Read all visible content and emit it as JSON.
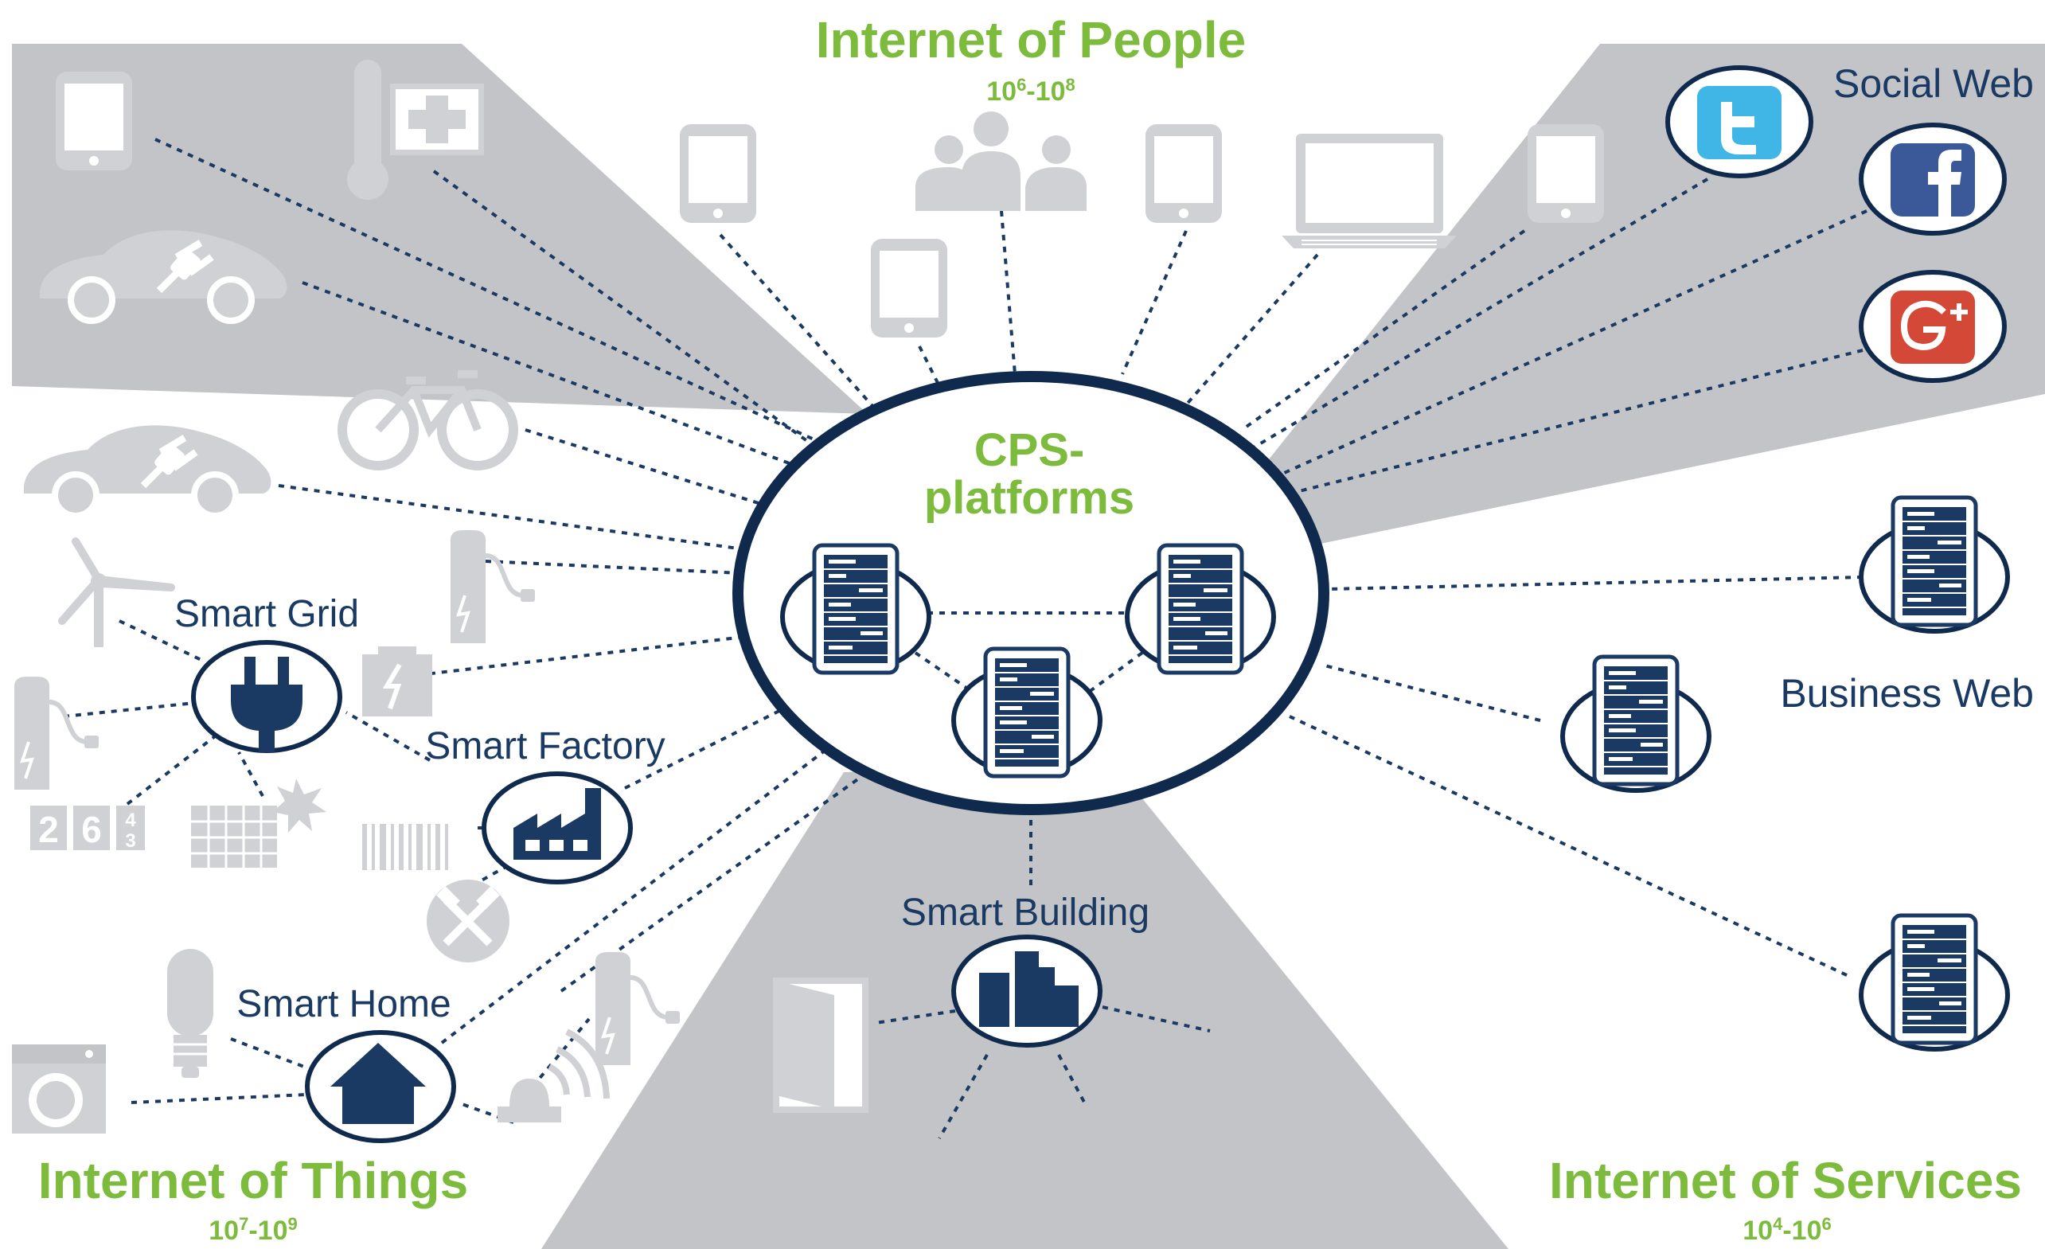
{
  "regions": {
    "people": {
      "title": "Internet of People",
      "range_base_a": "10",
      "range_exp_a": "6",
      "range_sep": "-",
      "range_base_b": "10",
      "range_exp_b": "8"
    },
    "things": {
      "title": "Internet of Things",
      "range_base_a": "10",
      "range_exp_a": "7",
      "range_sep": "-",
      "range_base_b": "10",
      "range_exp_b": "9"
    },
    "services": {
      "title": "Internet of Services",
      "range_base_a": "10",
      "range_exp_a": "4",
      "range_sep": "-",
      "range_base_b": "10",
      "range_exp_b": "6"
    }
  },
  "hub": {
    "title_line1": "CPS-",
    "title_line2": "platforms"
  },
  "nodes": {
    "social_web": "Social Web",
    "business_web": "Business Web",
    "smart_grid": "Smart Grid",
    "smart_factory": "Smart Factory",
    "smart_home": "Smart Home",
    "smart_building": "Smart Building"
  },
  "meter": {
    "digits": [
      "2",
      "6"
    ],
    "fraction_top": "4",
    "fraction_bottom": "3"
  },
  "colors": {
    "green": "#7dbb3c",
    "navy": "#1a3a63",
    "grey_fan": "#c3c4c7",
    "grey_icon": "#d0d1d4",
    "twitter": "#3fb6e6",
    "facebook": "#3b5998",
    "google_plus": "#d34836"
  },
  "icons": [
    "tablet-icon",
    "thermometer-icon",
    "medical-cross-icon",
    "electric-car-icon",
    "bicycle-icon",
    "wind-turbine-icon",
    "charging-station-icon",
    "battery-icon",
    "plug-icon",
    "meter-icon",
    "solar-panel-icon",
    "factory-icon",
    "barcode-icon",
    "tools-icon",
    "light-bulb-icon",
    "washing-machine-icon",
    "house-icon",
    "alarm-siren-icon",
    "door-icon",
    "building-icon",
    "people-icon",
    "laptop-icon",
    "twitter-icon",
    "facebook-icon",
    "google-plus-icon",
    "server-icon"
  ]
}
